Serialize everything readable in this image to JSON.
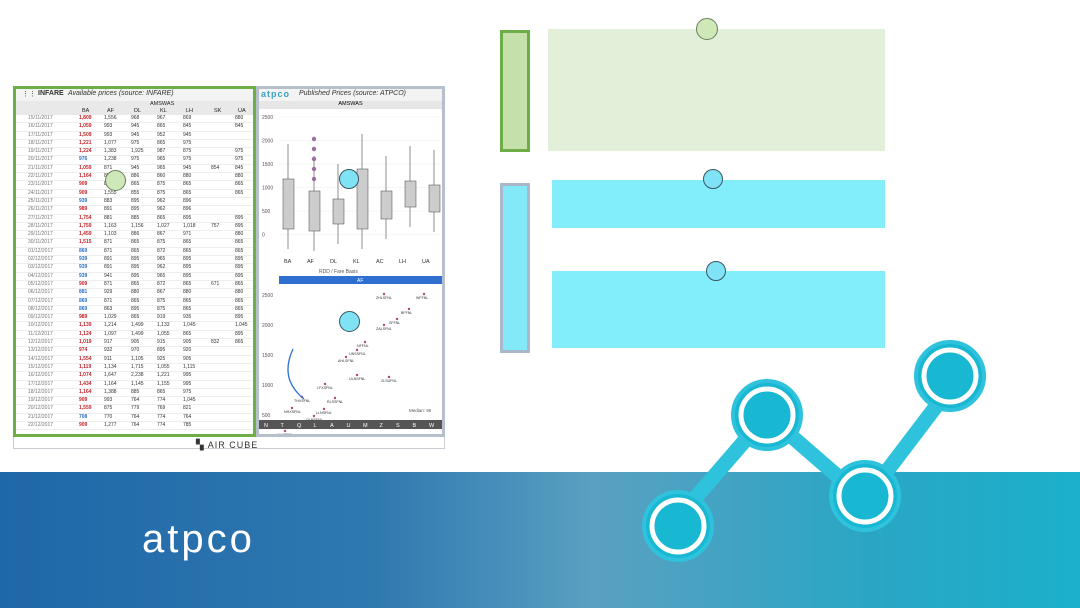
{
  "infare": {
    "label": "INFARE",
    "title": "Available prices (source: INFARE)",
    "group_header": "AMSWAS",
    "columns": [
      "BA",
      "AF",
      "DL",
      "KL",
      "LH",
      "SK",
      "UA"
    ],
    "rows": [
      {
        "date": "15/11/2017",
        "v": [
          "1,809",
          "1,556",
          "968",
          "967",
          "869",
          "",
          "880"
        ],
        "c": "red"
      },
      {
        "date": "16/11/2017",
        "v": [
          "1,059",
          "993",
          "945",
          "865",
          "845",
          "",
          "845"
        ],
        "c": "red"
      },
      {
        "date": "17/11/2017",
        "v": [
          "1,509",
          "993",
          "945",
          "952",
          "945",
          "",
          ""
        ],
        "c": "red"
      },
      {
        "date": "18/11/2017",
        "v": [
          "1,221",
          "1,077",
          "975",
          "865",
          "975",
          "",
          ""
        ],
        "c": "red"
      },
      {
        "date": "19/11/2017",
        "v": [
          "1,224",
          "1,383",
          "1,925",
          "987",
          "875",
          "",
          "975"
        ],
        "c": "red"
      },
      {
        "date": "20/11/2017",
        "v": [
          "976",
          "1,238",
          "975",
          "965",
          "975",
          "",
          "975"
        ],
        "c": "blue"
      },
      {
        "date": "21/11/2017",
        "v": [
          "1,059",
          "871",
          "945",
          "965",
          "945",
          "854",
          "845"
        ],
        "c": "red"
      },
      {
        "date": "22/11/2017",
        "v": [
          "1,164",
          "883",
          "886",
          "860",
          "880",
          "",
          "880"
        ],
        "c": "red"
      },
      {
        "date": "23/11/2017",
        "v": [
          "909",
          "871",
          "865",
          "875",
          "865",
          "",
          "865"
        ],
        "c": "red"
      },
      {
        "date": "24/11/2017",
        "v": [
          "909",
          "1,555",
          "855",
          "875",
          "865",
          "",
          "865"
        ],
        "c": "red"
      },
      {
        "date": "25/11/2017",
        "v": [
          "939",
          "883",
          "895",
          "962",
          "896",
          "",
          ""
        ],
        "c": "blue"
      },
      {
        "date": "26/11/2017",
        "v": [
          "989",
          "891",
          "895",
          "962",
          "896",
          "",
          ""
        ],
        "c": "red"
      },
      {
        "date": "27/11/2017",
        "v": [
          "1,754",
          "881",
          "885",
          "865",
          "895",
          "",
          "895"
        ],
        "c": "red"
      },
      {
        "date": "28/11/2017",
        "v": [
          "1,759",
          "1,163",
          "1,156",
          "1,027",
          "1,018",
          "757",
          "895"
        ],
        "c": "red"
      },
      {
        "date": "29/11/2017",
        "v": [
          "1,459",
          "1,103",
          "886",
          "867",
          "971",
          "",
          "880"
        ],
        "c": "red"
      },
      {
        "date": "30/11/2017",
        "v": [
          "1,515",
          "871",
          "865",
          "875",
          "865",
          "",
          "865"
        ],
        "c": "red"
      },
      {
        "date": "01/12/2017",
        "v": [
          "869",
          "871",
          "865",
          "872",
          "865",
          "",
          "865"
        ],
        "c": "blue"
      },
      {
        "date": "02/12/2017",
        "v": [
          "939",
          "891",
          "895",
          "965",
          "895",
          "",
          "895"
        ],
        "c": "blue"
      },
      {
        "date": "03/12/2017",
        "v": [
          "939",
          "891",
          "895",
          "962",
          "895",
          "",
          "895"
        ],
        "c": "blue"
      },
      {
        "date": "04/12/2017",
        "v": [
          "939",
          "941",
          "895",
          "965",
          "895",
          "",
          "895"
        ],
        "c": "blue"
      },
      {
        "date": "05/12/2017",
        "v": [
          "909",
          "871",
          "865",
          "872",
          "865",
          "671",
          "865"
        ],
        "c": "red"
      },
      {
        "date": "06/12/2017",
        "v": [
          "881",
          "929",
          "880",
          "867",
          "880",
          "",
          "880"
        ],
        "c": "blue"
      },
      {
        "date": "07/12/2017",
        "v": [
          "869",
          "871",
          "865",
          "875",
          "865",
          "",
          "865"
        ],
        "c": "blue"
      },
      {
        "date": "08/12/2017",
        "v": [
          "869",
          "863",
          "895",
          "875",
          "865",
          "",
          "865"
        ],
        "c": "blue"
      },
      {
        "date": "09/12/2017",
        "v": [
          "989",
          "1,029",
          "865",
          "919",
          "935",
          "",
          "895"
        ],
        "c": "red"
      },
      {
        "date": "10/12/2017",
        "v": [
          "1,139",
          "1,214",
          "1,499",
          "1,133",
          "1,045",
          "",
          "1,045"
        ],
        "c": "red"
      },
      {
        "date": "11/12/2017",
        "v": [
          "1,124",
          "1,097",
          "1,499",
          "1,055",
          "865",
          "",
          "895"
        ],
        "c": "red"
      },
      {
        "date": "12/12/2017",
        "v": [
          "1,019",
          "917",
          "905",
          "915",
          "905",
          "832",
          "865"
        ],
        "c": "red"
      },
      {
        "date": "13/12/2017",
        "v": [
          "974",
          "932",
          "970",
          "895",
          "920",
          "",
          ""
        ],
        "c": "red"
      },
      {
        "date": "14/12/2017",
        "v": [
          "1,554",
          "911",
          "1,105",
          "925",
          "905",
          "",
          ""
        ],
        "c": "red"
      },
      {
        "date": "15/12/2017",
        "v": [
          "1,119",
          "1,134",
          "1,715",
          "1,055",
          "1,115",
          "",
          ""
        ],
        "c": "red"
      },
      {
        "date": "16/12/2017",
        "v": [
          "1,074",
          "1,647",
          "2,238",
          "1,221",
          "995",
          "",
          ""
        ],
        "c": "red"
      },
      {
        "date": "17/12/2017",
        "v": [
          "1,434",
          "1,164",
          "1,145",
          "1,155",
          "995",
          "",
          ""
        ],
        "c": "red"
      },
      {
        "date": "18/12/2017",
        "v": [
          "1,164",
          "1,388",
          "885",
          "865",
          "975",
          "",
          ""
        ],
        "c": "red"
      },
      {
        "date": "19/12/2017",
        "v": [
          "909",
          "993",
          "764",
          "774",
          "1,045",
          "",
          ""
        ],
        "c": "red"
      },
      {
        "date": "20/12/2017",
        "v": [
          "1,559",
          "875",
          "779",
          "769",
          "821",
          "",
          ""
        ],
        "c": "red"
      },
      {
        "date": "21/12/2017",
        "v": [
          "708",
          "770",
          "764",
          "774",
          "764",
          "",
          ""
        ],
        "c": "blue"
      },
      {
        "date": "22/12/2017",
        "v": [
          "909",
          "1,277",
          "764",
          "774",
          "785",
          "",
          ""
        ],
        "c": "red"
      }
    ]
  },
  "atpco": {
    "logo": "atpco",
    "title": "Published Prices (source: ATPCO)",
    "group_header": "AMSWAS",
    "y_ticks": [
      "2500",
      "2000",
      "1500",
      "1000",
      "500",
      "0"
    ],
    "carriers": [
      "BA",
      "AF",
      "DL",
      "KL",
      "AC",
      "LH",
      "UA"
    ],
    "sub_header": "RDD / Fare Basis",
    "selected_carrier": "AF",
    "scatter_y_ticks": [
      "2500",
      "2000",
      "1500",
      "1000",
      "500"
    ],
    "fare_bases": [
      "ZHLSFNL",
      "WFFNL",
      "BFFNL",
      "SFFNL",
      "ZALSFNL",
      "NFFNL",
      "UNSSFNL",
      "AHLSFNL",
      "ULNSFNL",
      "ZLSUFNL",
      "LFXSFNL",
      "THXSFNL",
      "RLSSFNL",
      "NHXSFNL",
      "LLNSFNL",
      "QLNSFNL",
      "TLNSFNL",
      "NLXSFNL"
    ],
    "median_label": "Median: 95",
    "bottom_letters": [
      "N",
      "T",
      "Q",
      "L",
      "A",
      "U",
      "M",
      "Z",
      "S",
      "B",
      "W"
    ]
  },
  "aircube_label": "AIR CUBE",
  "footer": {
    "logo_text": "atpco"
  }
}
